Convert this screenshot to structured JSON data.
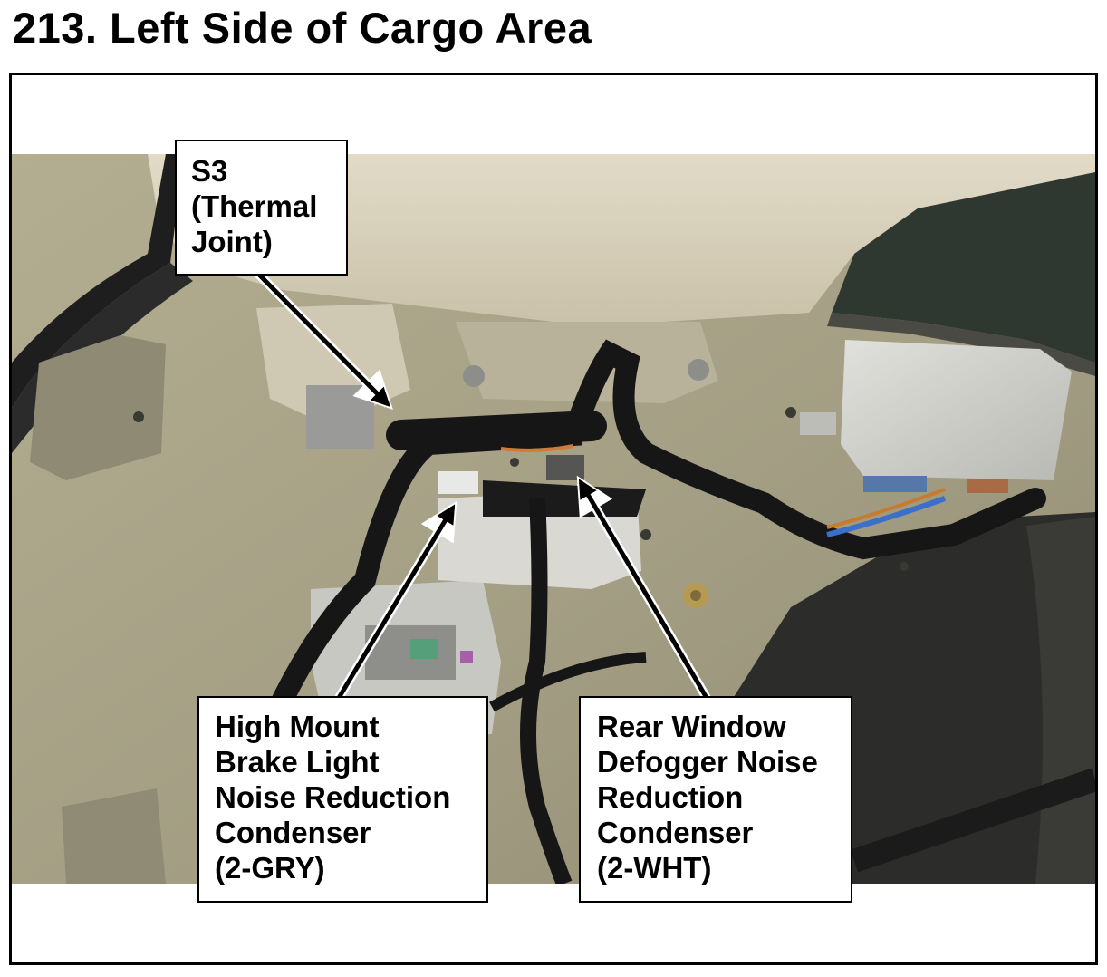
{
  "header": {
    "title": "213.  Left Side of Cargo Area"
  },
  "callouts": {
    "s3": {
      "lines": [
        "S3",
        "(Thermal",
        "Joint)"
      ]
    },
    "brake_light": {
      "lines": [
        "High Mount",
        "Brake Light",
        "Noise Reduction",
        "Condenser",
        "(2-GRY)"
      ]
    },
    "defogger": {
      "lines": [
        "Rear Window",
        "Defogger Noise",
        "Reduction",
        "Condenser",
        "(2-WHT)"
      ]
    }
  },
  "colors": {
    "panel": "#a9a386",
    "headliner": "#d8d0bb",
    "harness": "#161616",
    "module": "#d0d0cc"
  }
}
